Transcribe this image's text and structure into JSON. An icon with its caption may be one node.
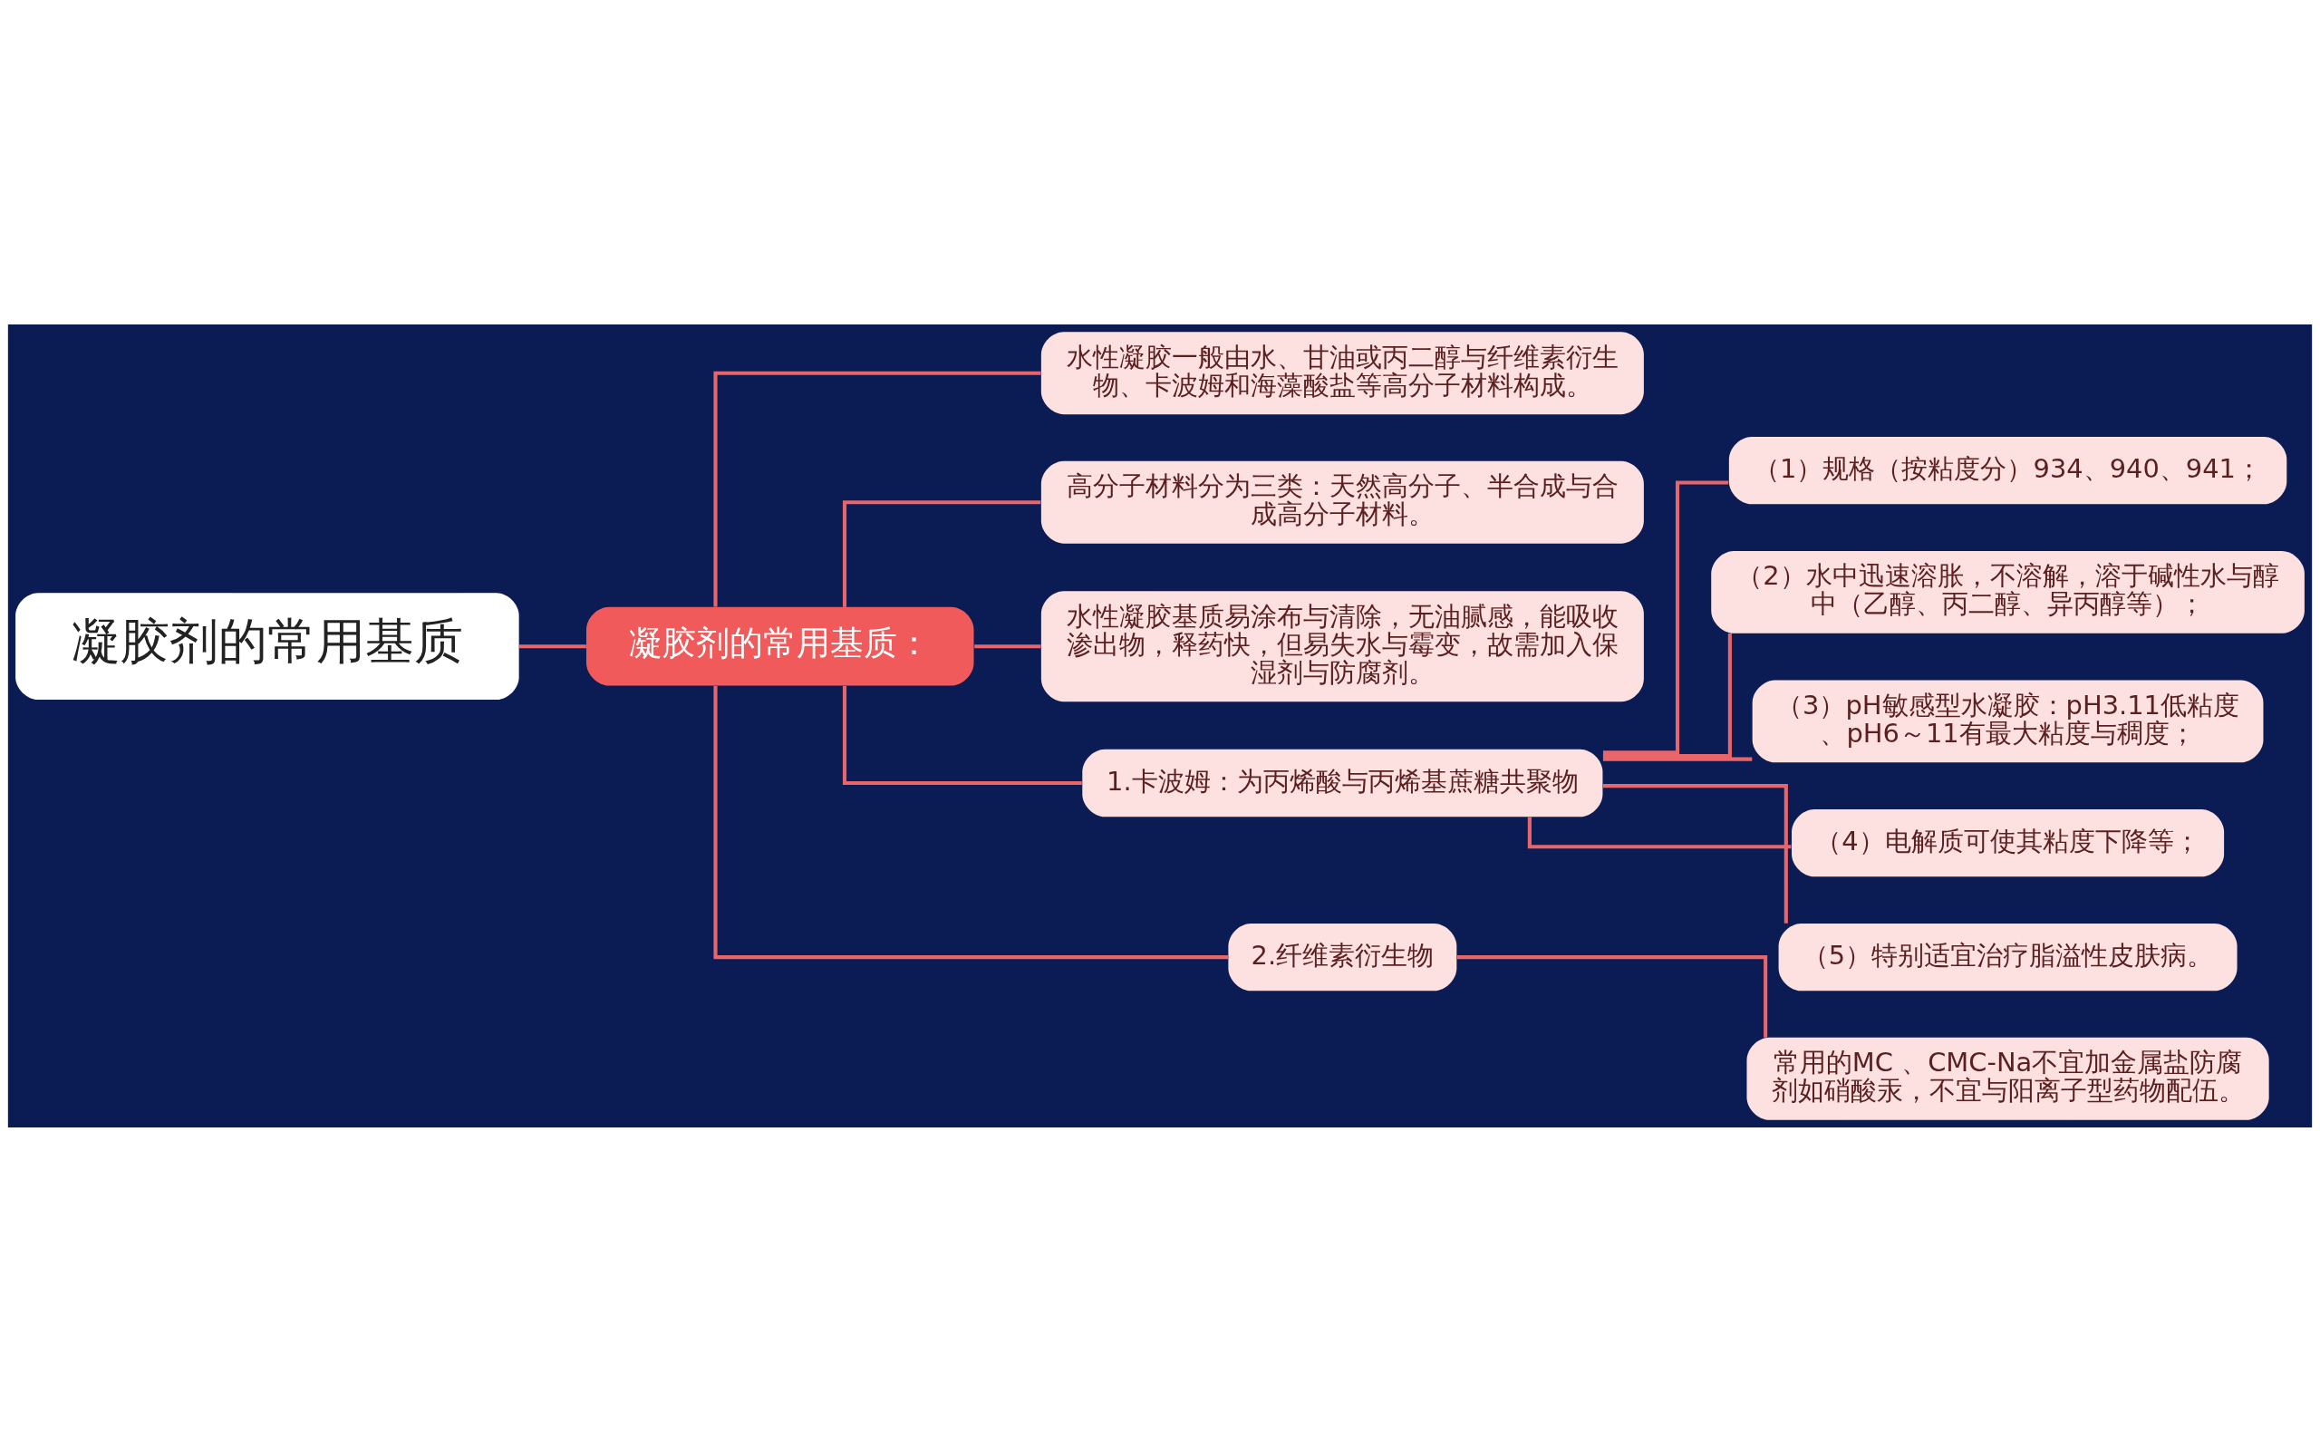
{
  "diagram": {
    "nodes": [
      {
        "text": [
          "凝胶剂的常用基质"
        ]
      },
      {
        "text": [
          "凝胶剂的常用基质："
        ]
      },
      {
        "text": [
          "水性凝胶一般由水、甘油或丙二醇与纤维素衍生物、卡波姆和海藻酸盐等高分子材料构成。"
        ]
      },
      {
        "text": [
          "高分子材料分为三类：天然高分子、半合成与合成高分子材料。"
        ]
      },
      {
        "text": [
          "水性凝胶基质易涂布与清除，无油腻感，能吸收渗出物，释药快，但易失水与霉变，故需加入保湿剂与防腐剂。"
        ]
      },
      {
        "text": [
          "1.卡波姆：为丙烯酸与丙烯基蔗糖共聚物"
        ]
      },
      {
        "text": [
          "（1）规格（按粘度分）934、940、941；"
        ]
      },
      {
        "text": [
          "（2）水中迅速溶胀，不溶解，溶于碱性水与醇中（乙醇、丙二醇、异丙醇等）；"
        ]
      },
      {
        "text": [
          "（3）pH敏感型水凝胶：pH3.11低粘度、pH6～11有最大粘度与稠度；"
        ]
      },
      {
        "text": [
          "（4）电解质可使其粘度下降等；"
        ]
      },
      {
        "text": [
          "（5）特别适宜治疗脂溢性皮肤病。"
        ]
      },
      {
        "text": [
          "2.纤维素衍生物"
        ]
      },
      {
        "text": [
          "常用的MC 、CMC-Na不宜加金属盐防腐剂如硝酸汞，不宜与阳离子型药物配伍。"
        ]
      }
    ],
    "edges": [
      {
        "from": 0,
        "to": 1,
        "arrow": "none"
      },
      {
        "from": 1,
        "to": 2,
        "arrow": "none"
      },
      {
        "from": 1,
        "to": 3,
        "arrow": "none"
      },
      {
        "from": 1,
        "to": 4,
        "arrow": "none"
      },
      {
        "from": 1,
        "to": 5,
        "arrow": "none"
      },
      {
        "from": 1,
        "to": 11,
        "arrow": "none"
      },
      {
        "from": 5,
        "to": 6,
        "arrow": "none"
      },
      {
        "from": 5,
        "to": 7,
        "arrow": "none"
      },
      {
        "from": 5,
        "to": 8,
        "arrow": "none"
      },
      {
        "from": 5,
        "to": 9,
        "arrow": "none"
      },
      {
        "from": 5,
        "to": 10,
        "arrow": "none"
      },
      {
        "from": 11,
        "to": 12,
        "arrow": "none"
      }
    ]
  }
}
